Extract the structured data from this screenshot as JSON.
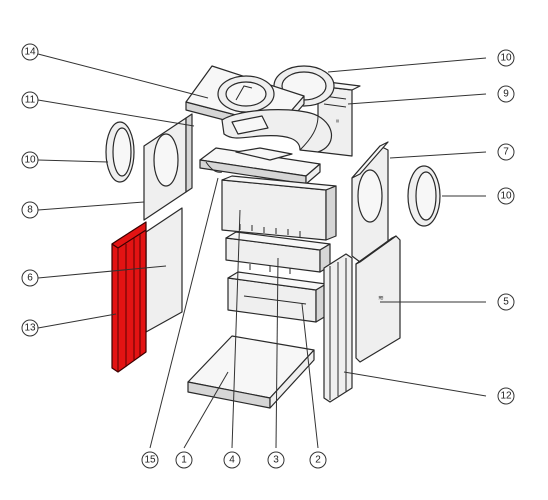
{
  "colors": {
    "highlight": "#e31313",
    "line": "#2a2a2a",
    "fill": "#efefef"
  },
  "callouts": [
    {
      "id": "c1",
      "label": "1"
    },
    {
      "id": "c2",
      "label": "2"
    },
    {
      "id": "c3",
      "label": "3"
    },
    {
      "id": "c4",
      "label": "4"
    },
    {
      "id": "c5",
      "label": "5"
    },
    {
      "id": "c6",
      "label": "6"
    },
    {
      "id": "c7",
      "label": "7"
    },
    {
      "id": "c8",
      "label": "8"
    },
    {
      "id": "c9",
      "label": "9"
    },
    {
      "id": "c10a",
      "label": "10"
    },
    {
      "id": "c10b",
      "label": "10"
    },
    {
      "id": "c10c",
      "label": "10"
    },
    {
      "id": "c11",
      "label": "11"
    },
    {
      "id": "c12",
      "label": "12"
    },
    {
      "id": "c13",
      "label": "13"
    },
    {
      "id": "c14",
      "label": "14"
    },
    {
      "id": "c15",
      "label": "15"
    }
  ]
}
